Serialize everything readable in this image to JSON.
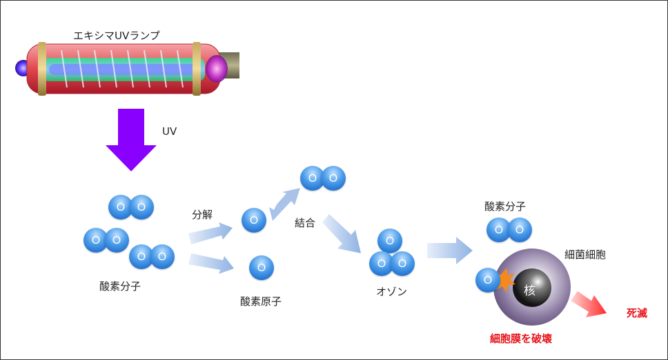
{
  "labels": {
    "lamp": "エキシマUVランプ",
    "uv": "UV",
    "oxygen_molecule": "酸素分子",
    "split": "分解",
    "combine": "結合",
    "oxygen_atom": "酸素原子",
    "ozone": "オゾン",
    "oxygen_molecule_2": "酸素分子",
    "bacteria": "細菌細胞",
    "nucleus": "核",
    "membrane_destroyed": "細胞膜を破壊",
    "death": "死滅"
  },
  "atom_letter": "O",
  "colors": {
    "uv_arrow": "#8a00ff",
    "flow_arrow": "#9cbce6",
    "atom": "#2f7fd9",
    "danger": "#e8141b",
    "cell": "#8a7aa0"
  }
}
